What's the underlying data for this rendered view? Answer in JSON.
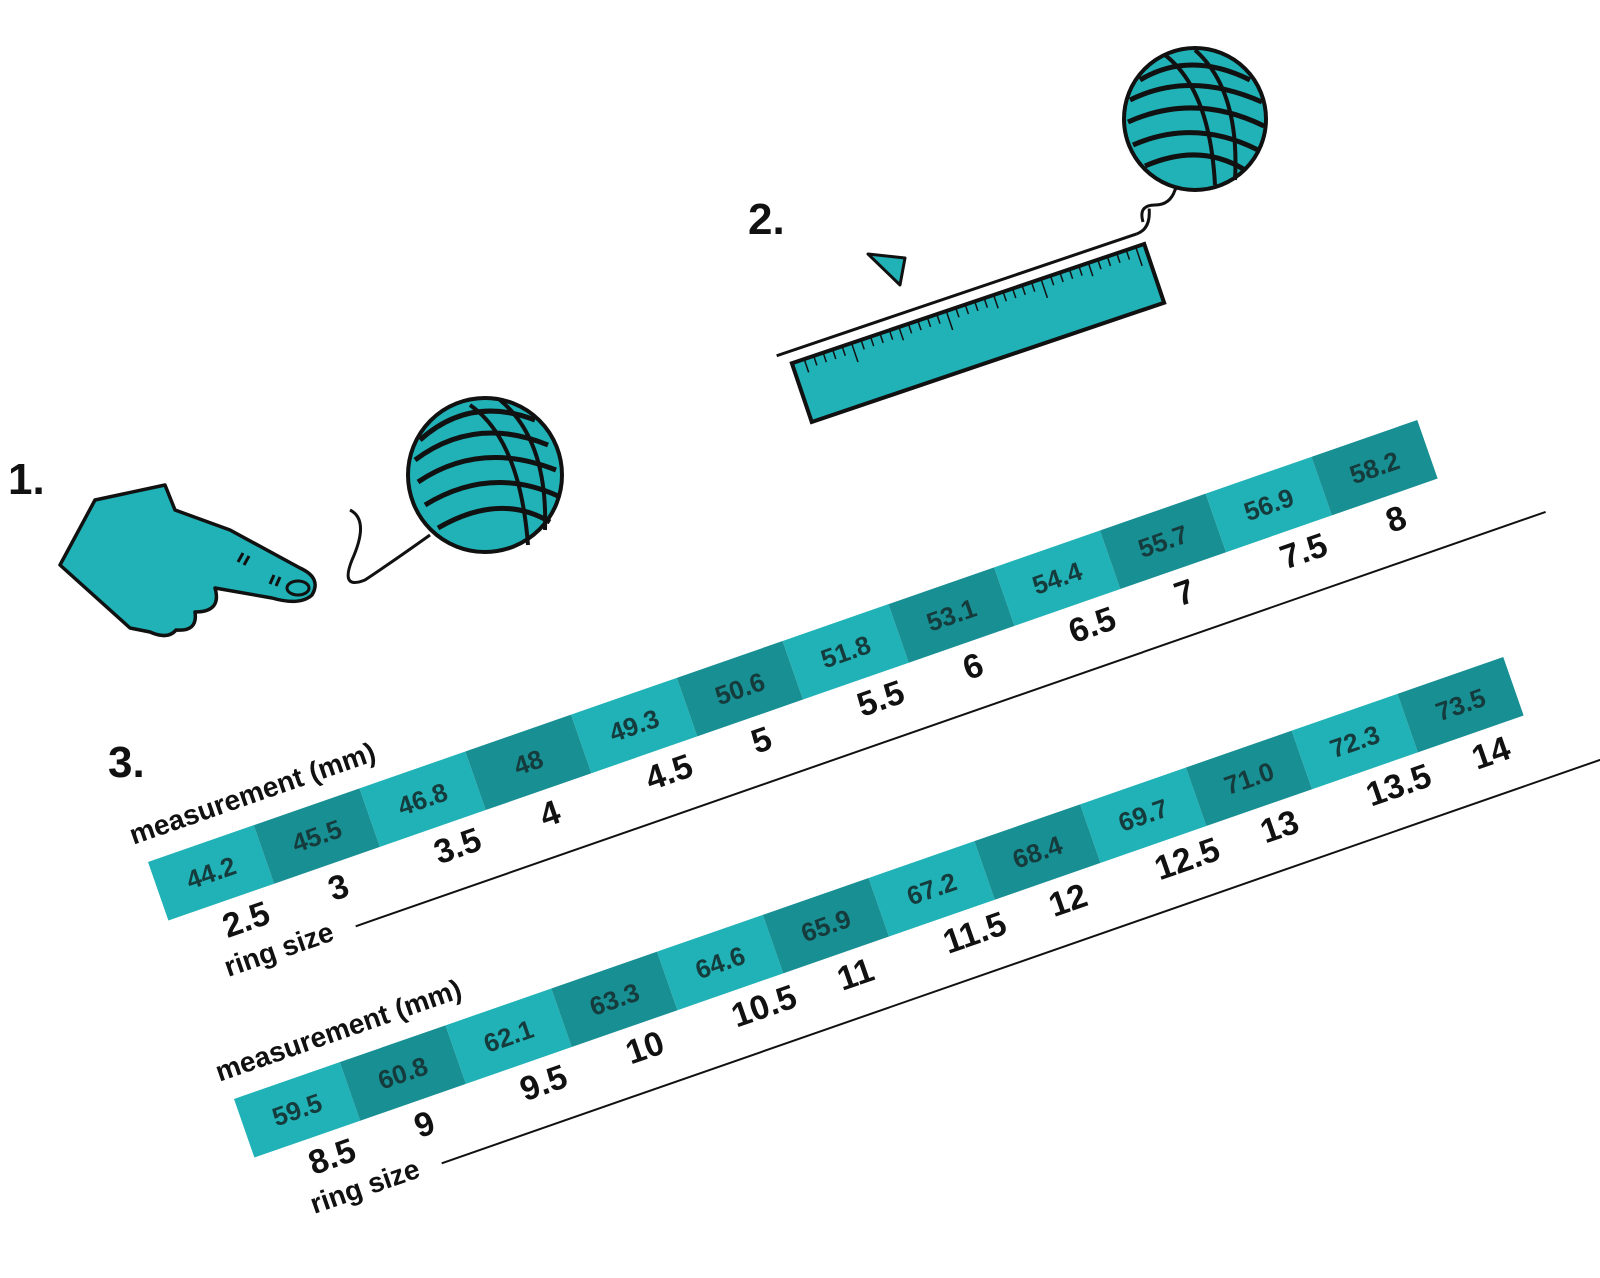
{
  "steps": {
    "one": "1.",
    "two": "2.",
    "three": "3."
  },
  "colors": {
    "teal": "#20b2b6",
    "teal_dark": "#178f93",
    "ink": "#111111"
  },
  "icons": {
    "step1": [
      "hand-icon",
      "yarn-ball-icon"
    ],
    "step2": [
      "ruler-icon",
      "yarn-ball-icon",
      "arrow-marker-icon"
    ]
  },
  "tables": [
    {
      "measurement_label": "measurement (mm)",
      "ring_label": "ring size",
      "measurements": [
        "44.2",
        "45.5",
        "46.8",
        "48",
        "49.3",
        "50.6",
        "51.8",
        "53.1",
        "54.4",
        "55.7",
        "56.9",
        "58.2"
      ],
      "sizes": [
        "2.5",
        "3",
        "3.5",
        "4",
        "4.5",
        "5",
        "5.5",
        "6",
        "6.5",
        "7",
        "7.5",
        "8"
      ]
    },
    {
      "measurement_label": "measurement (mm)",
      "ring_label": "ring size",
      "measurements": [
        "59.5",
        "60.8",
        "62.1",
        "63.3",
        "64.6",
        "65.9",
        "67.2",
        "68.4",
        "69.7",
        "71.0",
        "72.3",
        "73.5"
      ],
      "sizes": [
        "8.5",
        "9",
        "9.5",
        "10",
        "10.5",
        "11",
        "11.5",
        "12",
        "12.5",
        "13",
        "13.5",
        "14"
      ]
    }
  ]
}
